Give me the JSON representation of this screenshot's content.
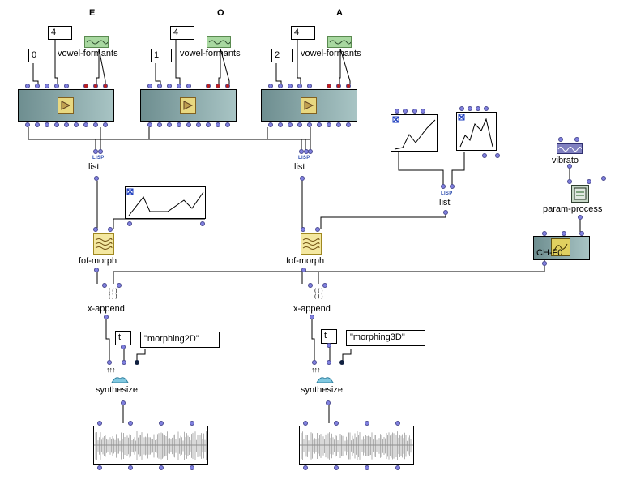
{
  "vowels": [
    {
      "title": "E",
      "index": "0",
      "count": "4",
      "label": "vowel-formants"
    },
    {
      "title": "O",
      "index": "1",
      "count": "4",
      "label": "vowel-formants"
    },
    {
      "title": "A",
      "index": "2",
      "count": "4",
      "label": "vowel-formants"
    }
  ],
  "lisp_tag": "LISP",
  "list_label": "list",
  "fof_morph_label": "fof-morph",
  "x_append_label": "x-append",
  "synthesize_label": "synthesize",
  "vibrato_label": "vibrato",
  "param_process_label": "param-process",
  "chf0_label": "CH-F0",
  "t_value": "t",
  "outputs": [
    "\"morphing2D\"",
    "\"morphing3D\""
  ],
  "colors": {
    "port": "#8080e0",
    "port_red": "#c02020",
    "box_fill": "#7a9a9c",
    "line": "#000000"
  }
}
